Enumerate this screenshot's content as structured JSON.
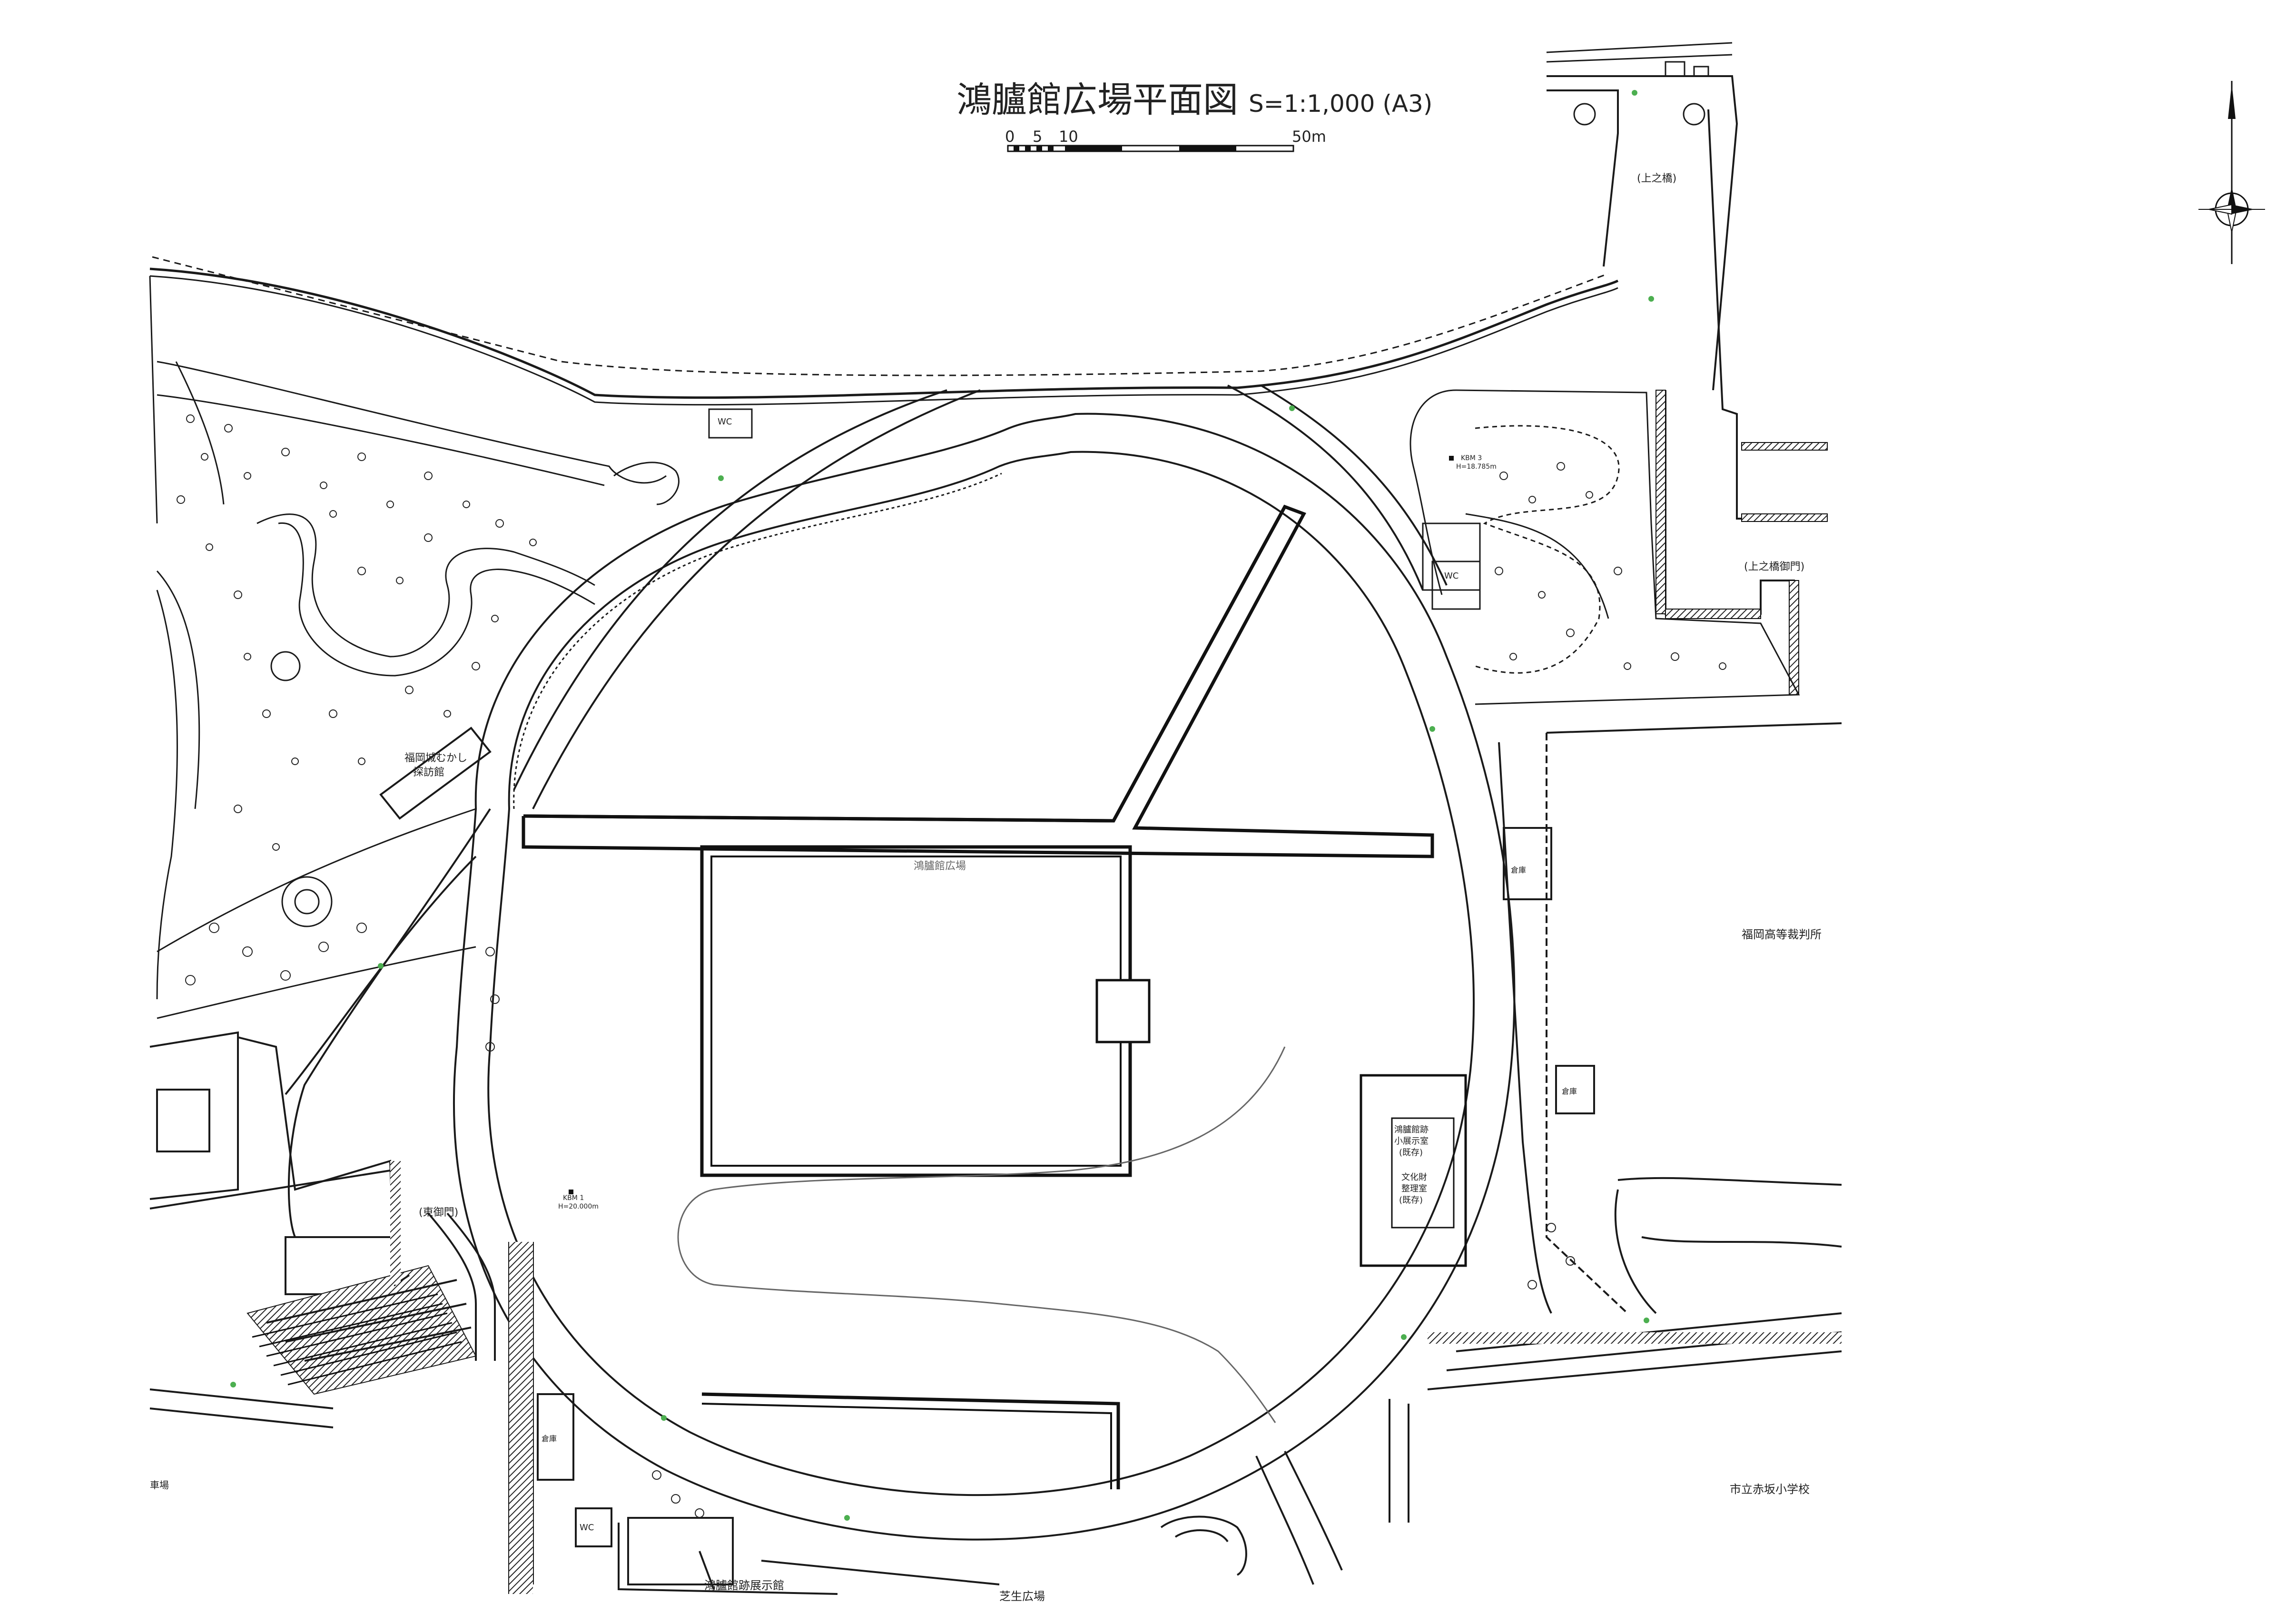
{
  "title": "鴻臚館広場平面図",
  "scale_note": "S=1:1,000 (A3)",
  "scale_bar": {
    "ticks": [
      "0",
      "5",
      "10",
      "50m"
    ]
  },
  "labels": {
    "plaza": "鴻臚館広場",
    "museum": "福岡城むかし探訪館",
    "museum_line1": "福岡城むかし",
    "museum_line2": "探訪館",
    "high_court": "福岡高等裁判所",
    "school": "市立赤坂小学校",
    "exhibition": "鴻臚館跡展示館",
    "lawn": "芝生広場",
    "east_gate": "(東御門)",
    "upper_bridge": "(上之橋)",
    "upper_bridge_gate": "(上之橋御門)",
    "kbm1": "KBM 1",
    "kbm1_h": "H=20.000m",
    "kbm3": "KBM 3",
    "kbm3_h": "H=18.785m",
    "small_hall_1": "鴻臚館跡",
    "small_hall_2": "小展示室",
    "small_hall_3": "(既存)",
    "cultural_1": "文化財",
    "cultural_2": "整理室",
    "cultural_3": "(既存)",
    "wc": "WC",
    "storage": "倉庫",
    "parking_partial": "車場"
  },
  "colors": {
    "line": "#1a1a1a",
    "fill": "#111111",
    "tree_green": "#4caf50"
  },
  "compass": "north-arrow-icon"
}
